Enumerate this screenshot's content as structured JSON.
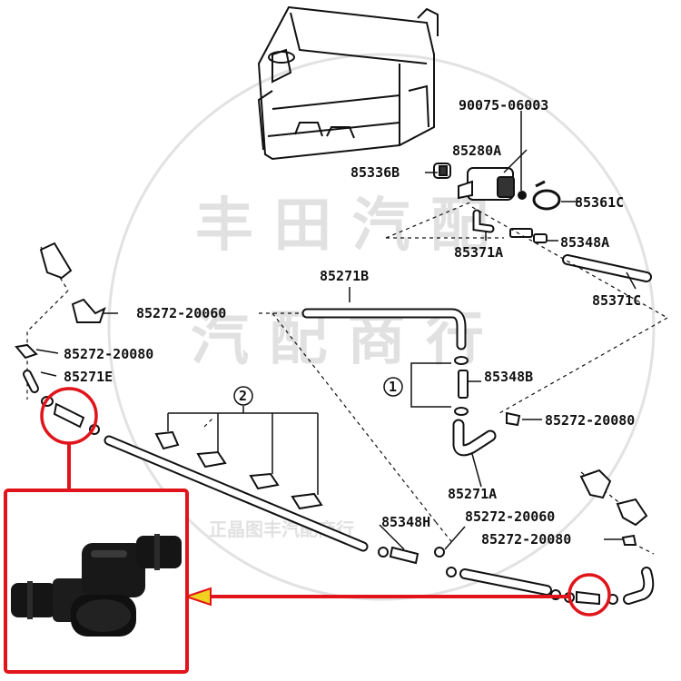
{
  "labels": {
    "p90075": "90075-06003",
    "p85280A": "85280A",
    "p85336B": "85336B",
    "p85361C": "85361C",
    "p85371A": "85371A",
    "p85348A": "85348A",
    "p85271B": "85271B",
    "p85371C": "85371C",
    "p85272_20060_a": "85272-20060",
    "p85272_20080_a": "85272-20080",
    "p85271E": "85271E",
    "p85348B": "85348B",
    "p85272_20080_b": "85272-20080",
    "p85271A": "85271A",
    "p85348H": "85348H",
    "p85272_20060_b": "85272-20060",
    "p85272_20080_c": "85272-20080"
  },
  "callouts": {
    "one": "1",
    "two": "2"
  },
  "watermark": {
    "line1": "丰 田 汽 配",
    "line2": "汽 配 商 行",
    "line3": "正晶图丰汽配商行"
  },
  "colors": {
    "callout": "#e0141a",
    "line": "#111111"
  }
}
